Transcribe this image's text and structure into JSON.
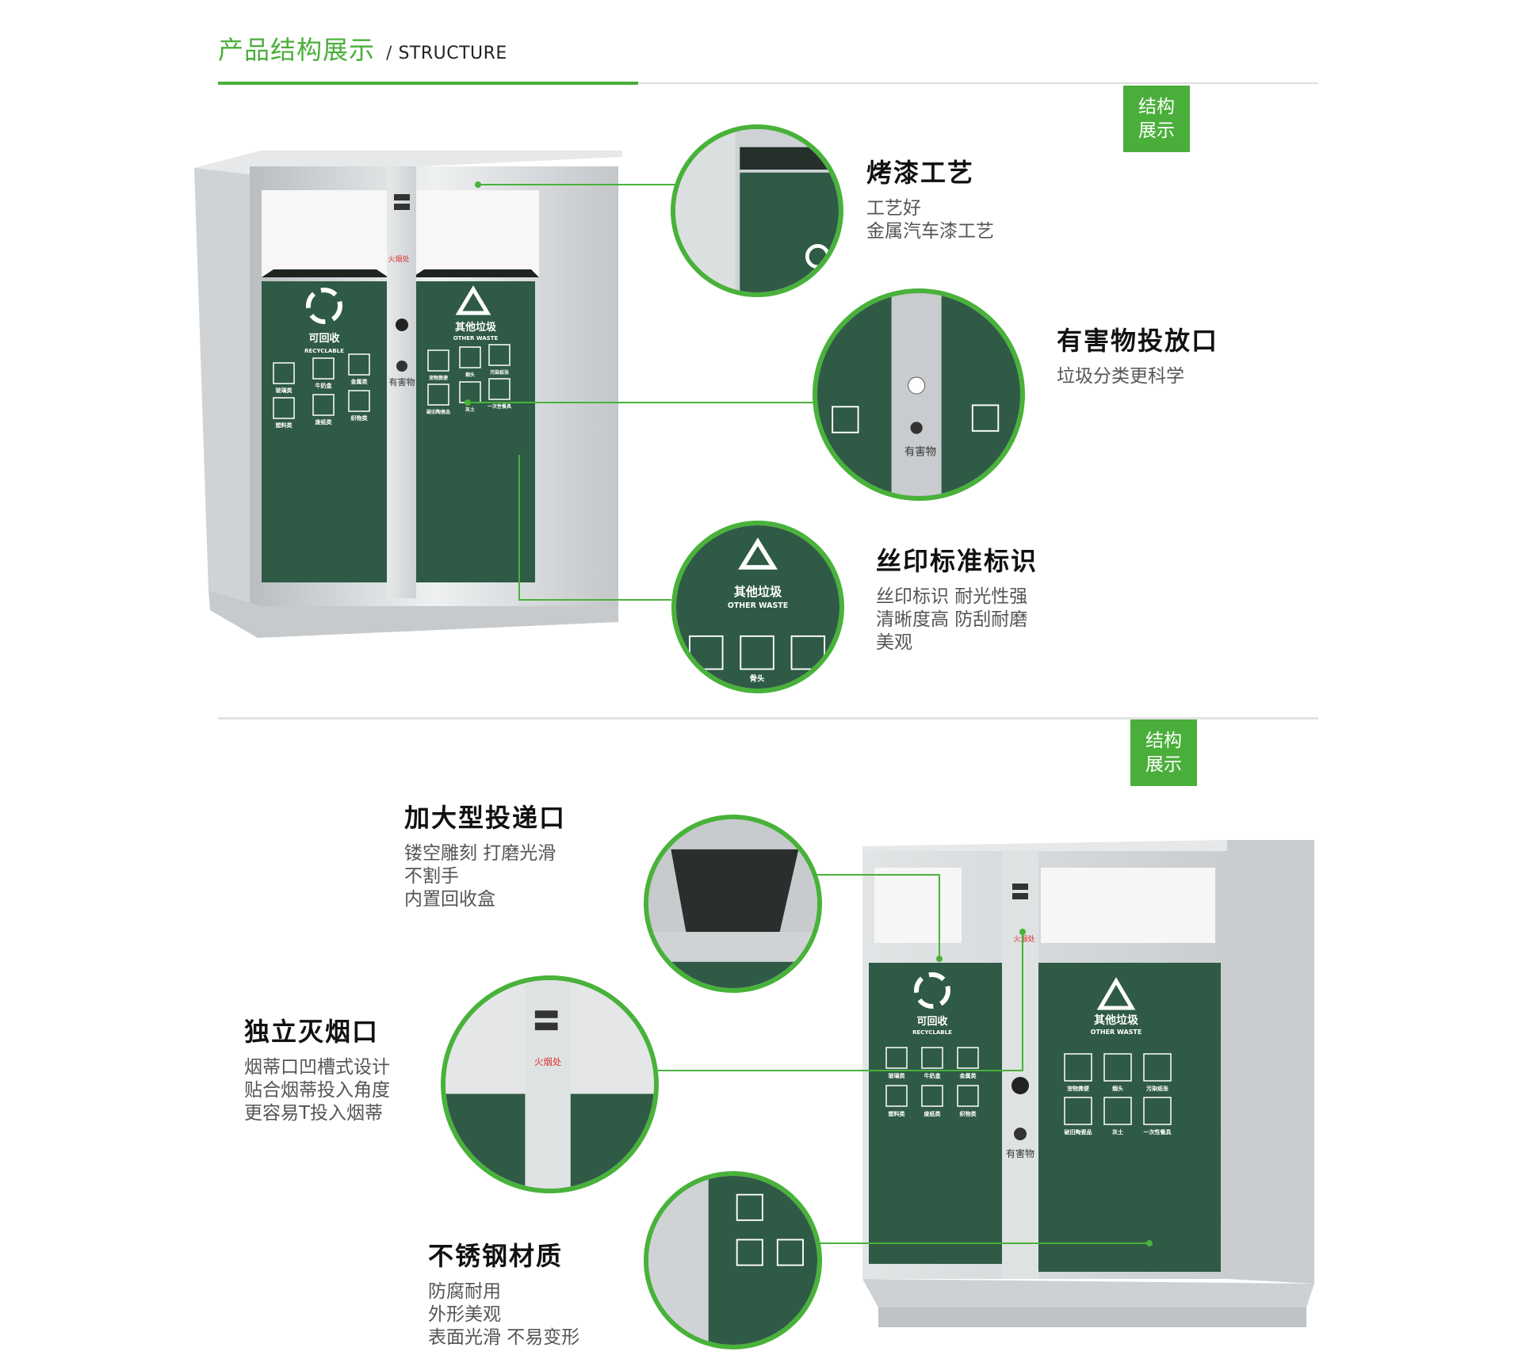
{
  "header": {
    "title_cn": "产品结构展示",
    "separator": "/",
    "title_en": "STRUCTURE"
  },
  "badges": {
    "top": [
      "结构",
      "展示"
    ],
    "bottom": [
      "结构",
      "展示"
    ]
  },
  "features": [
    {
      "title": "烤漆工艺",
      "lines": [
        "工艺好",
        "金属汽车漆工艺"
      ]
    },
    {
      "title": "有害物投放口",
      "lines": [
        "垃圾分类更科学"
      ]
    },
    {
      "title": "丝印标准标识",
      "lines": [
        "丝印标识 耐光性强",
        "清晰度高 防刮耐磨",
        "美观"
      ]
    },
    {
      "title": "加大型投递口",
      "lines": [
        "镂空雕刻 打磨光滑",
        "不割手",
        "内置回收盒"
      ]
    },
    {
      "title": "独立灭烟口",
      "lines": [
        "烟蒂口凹槽式设计",
        "贴合烟蒂投入角度",
        "更容易T投入烟蒂"
      ]
    },
    {
      "title": "不锈钢材质",
      "lines": [
        "防腐耐用",
        "外形美观",
        "表面光滑 不易变形"
      ]
    }
  ],
  "bin": {
    "recyclable_cn": "可回收",
    "recyclable_en": "RECYCLABLE",
    "other_cn": "其他垃圾",
    "other_en": "OTHER WASTE",
    "hazardous": "有害物",
    "smoke": "火烟处",
    "recyclable_items": [
      "玻璃类",
      "牛奶盒",
      "金属类",
      "塑料类",
      "废纸类",
      "织物类"
    ],
    "other_items": [
      "宠物粪便",
      "烟头",
      "污染纸张",
      "破旧陶瓷品",
      "灰土",
      "一次性餐具"
    ],
    "zoom_items": [
      "骨头"
    ]
  },
  "colors": {
    "accent": "#4aae3a",
    "panel": "#2f5a45",
    "steel": "#d5d8da"
  }
}
